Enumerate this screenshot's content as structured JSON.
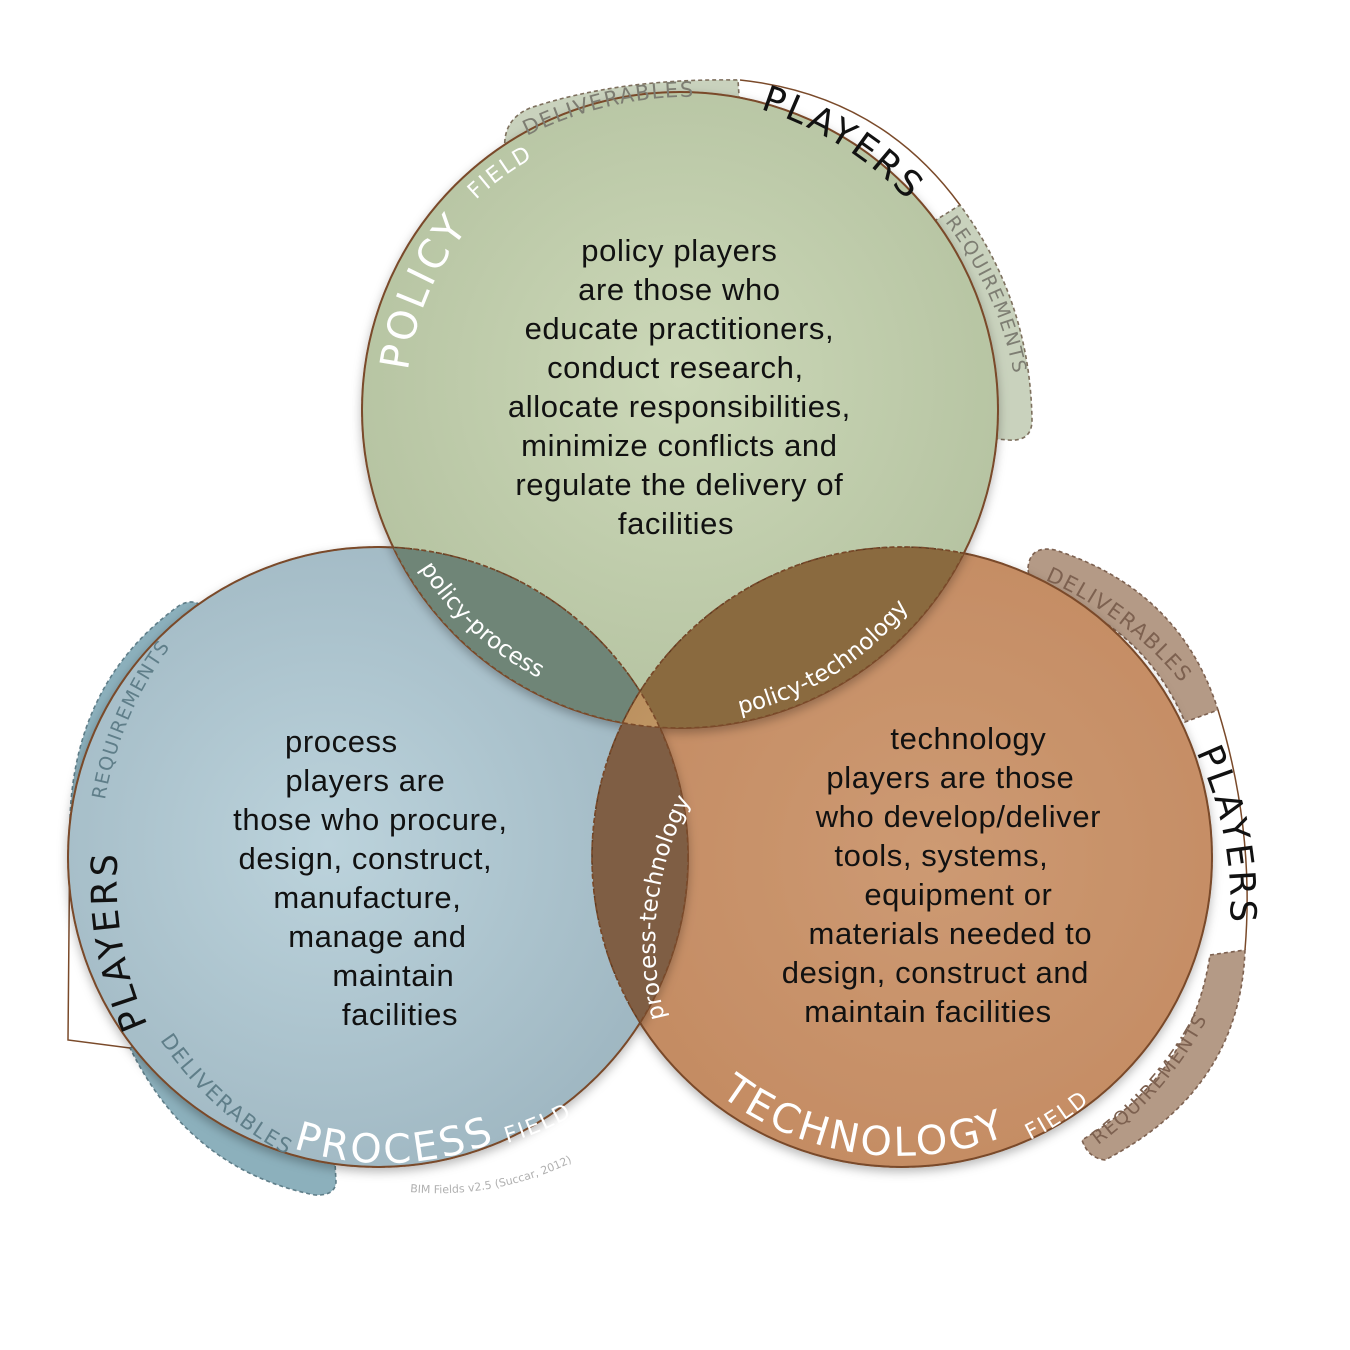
{
  "policy": {
    "field_name": "POLICY",
    "field_suffix": "FIELD",
    "players_label": "PLAYERS",
    "deliverables_label": "DELIVERABLES",
    "requirements_label": "REQUIREMENTS",
    "description_lines": [
      "policy players",
      "are those who",
      "educate practitioners,",
      "conduct research,",
      "allocate responsibilities,",
      "minimize conflicts and",
      "regulate the delivery of",
      "facilities"
    ]
  },
  "process": {
    "field_name": "PROCESS",
    "field_suffix": "FIELD",
    "players_label": "PLAYERS",
    "deliverables_label": "DELIVERABLES",
    "requirements_label": "REQUIREMENTS",
    "description_lines": [
      "process",
      "players are",
      "those who procure,",
      "design, construct,",
      "manufacture,",
      "manage and",
      "maintain",
      "facilities"
    ]
  },
  "technology": {
    "field_name": "TECHNOLOGY",
    "field_suffix": "FIELD",
    "players_label": "PLAYERS",
    "deliverables_label": "DELIVERABLES",
    "requirements_label": "REQUIREMENTS",
    "description_lines": [
      "technology",
      "players are those",
      "who develop/deliver",
      "tools, systems,",
      "equipment or",
      "materials needed to",
      "design, construct and",
      "maintain facilities"
    ]
  },
  "overlaps": {
    "policy_process": "policy-process",
    "policy_technology": "policy-technology",
    "process_technology": "process-technology"
  },
  "credit": "BIM Fields v2.5 (Succar, 2012)",
  "colors": {
    "policy_fill": "#bccaa8",
    "process_fill": "#a9c1cb",
    "technology_fill": "#c8916a",
    "outline": "#7a4a2a",
    "policy_tab": "#c9d2bd",
    "process_tab": "#8cb0bc",
    "technology_tab": "#b49a86"
  }
}
